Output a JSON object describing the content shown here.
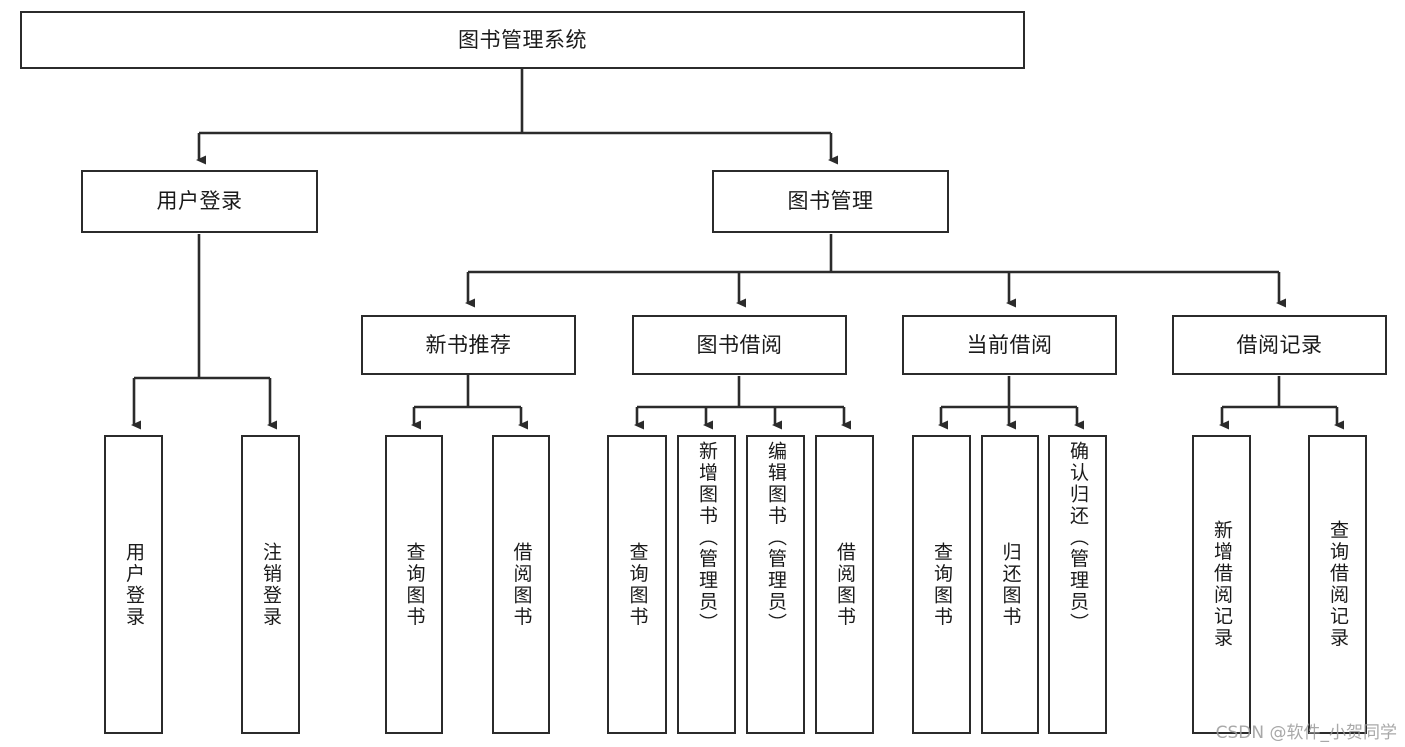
{
  "diagram": {
    "type": "tree-hierarchy-chart",
    "title": "图书管理系统",
    "line_color": "#2b2b2b",
    "box_fill": "#ffffff",
    "text_color": "#1a1a1a",
    "nodes": {
      "root": {
        "label": "图书管理系统"
      },
      "level2": [
        {
          "id": "user-login",
          "label": "用户登录"
        },
        {
          "id": "book-management",
          "label": "图书管理"
        }
      ],
      "level3": [
        {
          "id": "new-book-recommend",
          "label": "新书推荐"
        },
        {
          "id": "book-borrow",
          "label": "图书借阅"
        },
        {
          "id": "current-borrow",
          "label": "当前借阅"
        },
        {
          "id": "borrow-record",
          "label": "借阅记录"
        }
      ],
      "leaves": {
        "user_login": [
          {
            "id": "leaf-user-login",
            "label": "用户登录"
          },
          {
            "id": "leaf-logout-login",
            "label": "注销登录"
          }
        ],
        "new_book_recommend": [
          {
            "id": "leaf-query-book-1",
            "label": "查询图书"
          },
          {
            "id": "leaf-borrow-book-1",
            "label": "借阅图书"
          }
        ],
        "book_borrow": [
          {
            "id": "leaf-query-book-2",
            "label": "查询图书"
          },
          {
            "id": "leaf-add-book",
            "label": "新增图书（管理员）"
          },
          {
            "id": "leaf-edit-book",
            "label": "编辑图书（管理员）"
          },
          {
            "id": "leaf-borrow-book-2",
            "label": "借阅图书"
          }
        ],
        "current_borrow": [
          {
            "id": "leaf-query-book-3",
            "label": "查询图书"
          },
          {
            "id": "leaf-return-book",
            "label": "归还图书"
          },
          {
            "id": "leaf-confirm-return",
            "label": "确认归还（管理员）"
          }
        ],
        "borrow_record": [
          {
            "id": "leaf-add-record",
            "label": "新增借阅记录"
          },
          {
            "id": "leaf-query-record",
            "label": "查询借阅记录"
          }
        ]
      }
    }
  },
  "watermark": {
    "text": "CSDN @软件_小贺同学"
  }
}
